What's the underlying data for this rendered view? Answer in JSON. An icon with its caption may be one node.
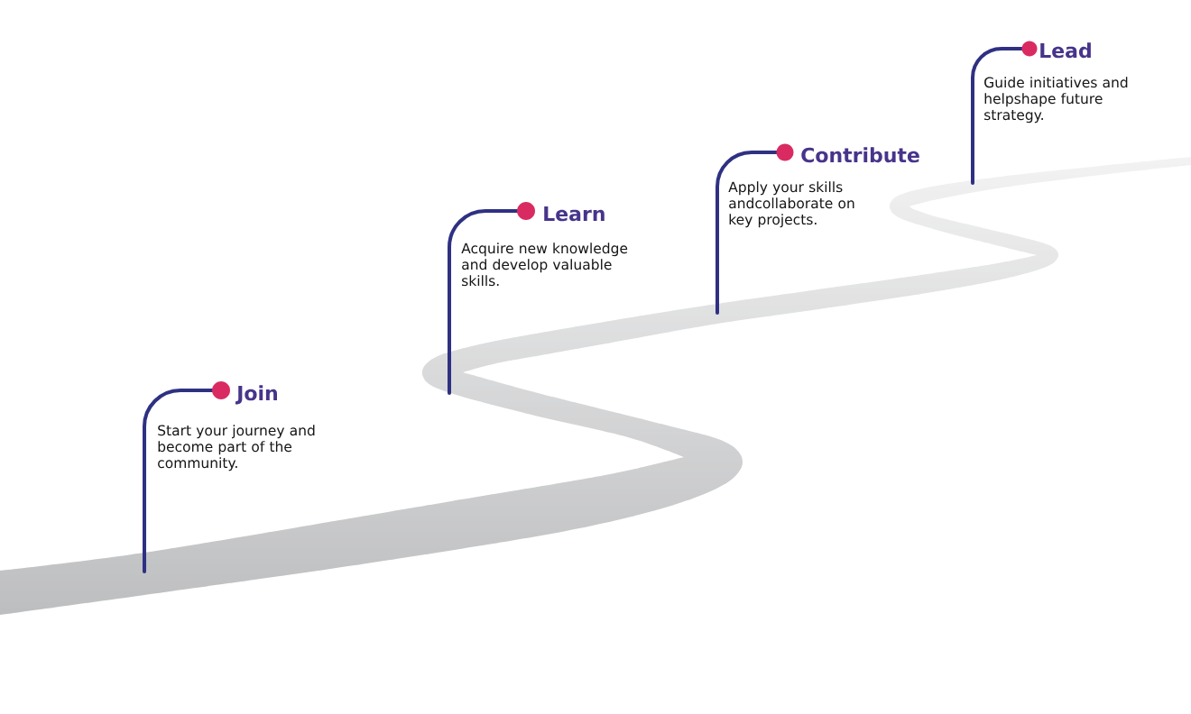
{
  "diagram": {
    "nodes": [
      {
        "text": [
          "Join",
          "Start your journey and become part of the community."
        ]
      },
      {
        "text": [
          "Learn",
          "Acquire new knowledge and develop valuable skills."
        ]
      },
      {
        "text": [
          "Contribute",
          "Apply your skills andcollaborate on key projects."
        ]
      },
      {
        "text": [
          "Lead",
          "Guide initiatives and helpshape future strategy."
        ]
      }
    ]
  }
}
